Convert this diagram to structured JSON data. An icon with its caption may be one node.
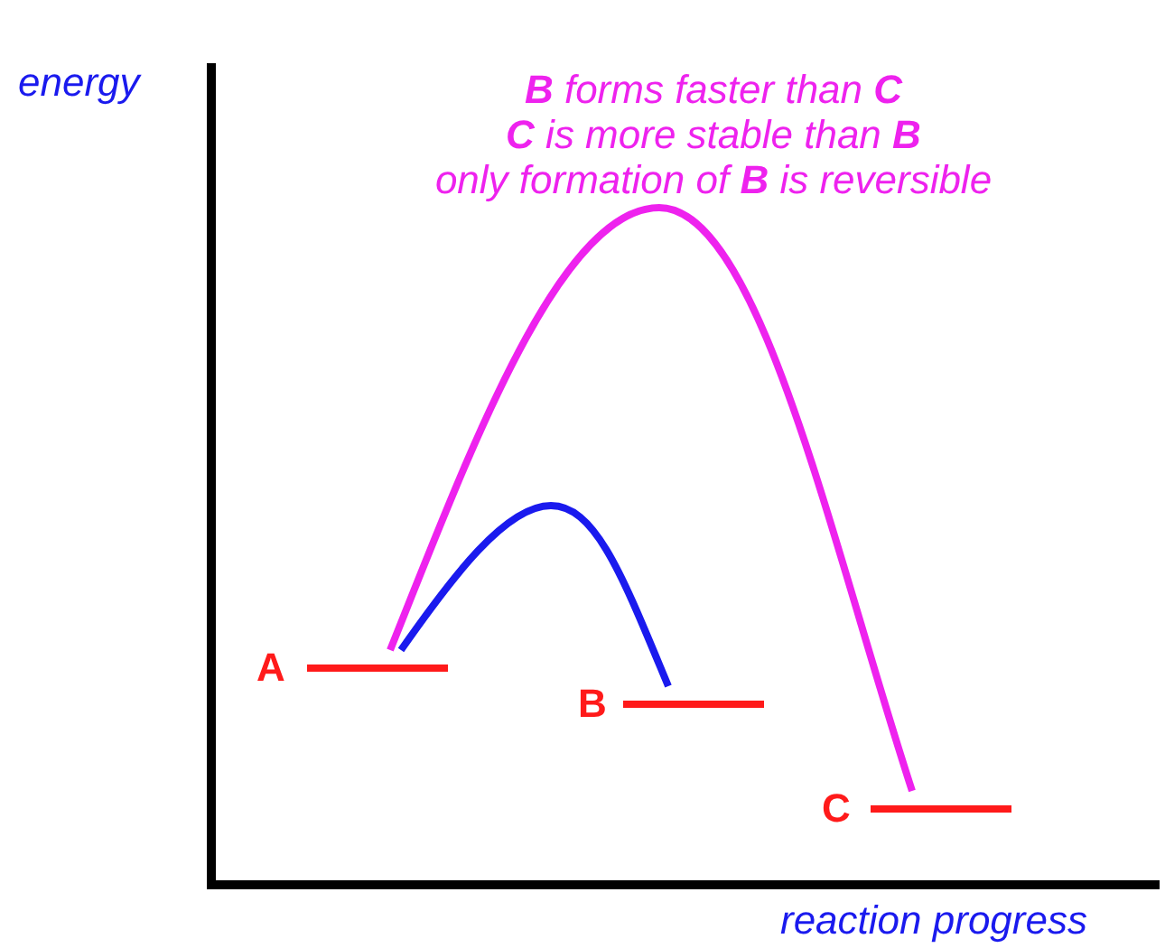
{
  "diagram": {
    "nodes": [
      {
        "text": [
          "A"
        ]
      },
      {
        "text": [
          "B"
        ]
      },
      {
        "text": [
          "C"
        ]
      }
    ],
    "edges": [
      {
        "from": 0,
        "to": 1,
        "arrow": "none",
        "color": "#1a1aee"
      },
      {
        "from": 0,
        "to": 2,
        "arrow": "none",
        "color": "#ee22ee"
      }
    ],
    "labels": [
      "**B** forms faster than **C**",
      "**C** is more stable than **B**",
      "only formation of **B** is reversible",
      "energy",
      "reaction progress"
    ]
  }
}
